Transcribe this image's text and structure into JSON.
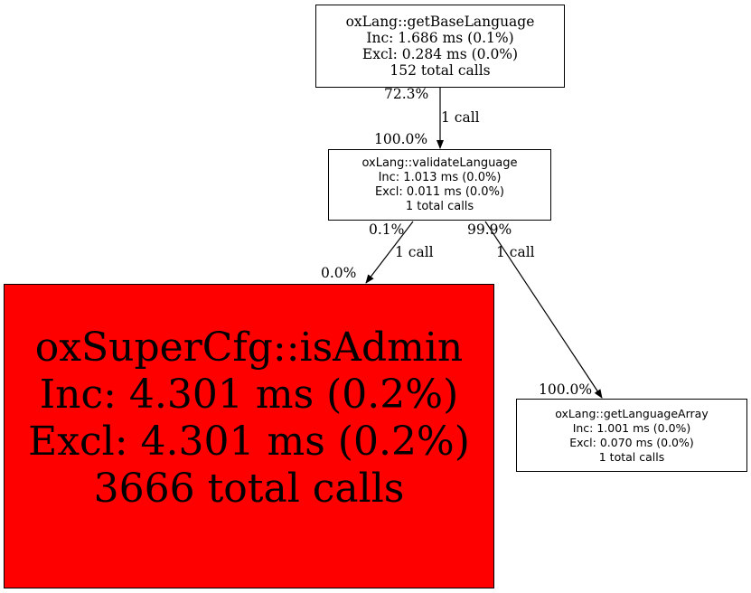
{
  "graph": {
    "type": "call-graph",
    "colors": {
      "hot_node_fill": "#ff0000",
      "node_fill": "#ffffff",
      "stroke": "#000000"
    },
    "nodes": {
      "base": {
        "name": "oxLang::getBaseLanguage",
        "inc": "Inc: 1.686 ms (0.1%)",
        "excl": "Excl: 0.284 ms (0.0%)",
        "calls": "152 total calls"
      },
      "validate": {
        "name": "oxLang::validateLanguage",
        "inc": "Inc: 1.013 ms (0.0%)",
        "excl": "Excl: 0.011 ms (0.0%)",
        "calls": "1 total calls"
      },
      "isadmin": {
        "name": "oxSuperCfg::isAdmin",
        "inc": "Inc: 4.301 ms (0.2%)",
        "excl": "Excl: 4.301 ms (0.2%)",
        "calls": "3666 total calls",
        "highlighted": true
      },
      "array": {
        "name": "oxLang::getLanguageArray",
        "inc": "Inc: 1.001 ms (0.0%)",
        "excl": "Excl: 0.070 ms (0.0%)",
        "calls": "1 total calls"
      }
    },
    "edges": {
      "base_to_validate": {
        "from": "oxLang::getBaseLanguage",
        "to": "oxLang::validateLanguage",
        "tail_pct": "72.3%",
        "label": "1 call",
        "head_pct": "100.0%"
      },
      "validate_to_isadmin": {
        "from": "oxLang::validateLanguage",
        "to": "oxSuperCfg::isAdmin",
        "tail_pct": "0.1%",
        "label": "1 call",
        "head_pct": "0.0%"
      },
      "validate_to_array": {
        "from": "oxLang::validateLanguage",
        "to": "oxLang::getLanguageArray",
        "tail_pct": "99.9%",
        "label": "1 call",
        "head_pct": "100.0%"
      }
    }
  }
}
